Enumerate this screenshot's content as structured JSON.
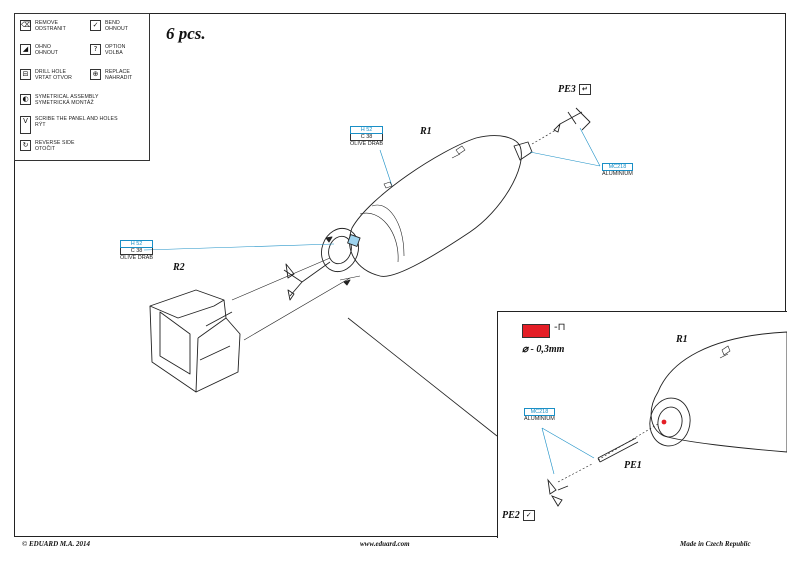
{
  "legend": {
    "items": [
      {
        "icon": "remove-icon",
        "glyph": "⌫",
        "text": "REMOVE\nODSTRANIT"
      },
      {
        "icon": "bend-icon",
        "glyph": "✓",
        "text": "BEND\nOHNOUT"
      },
      {
        "icon": "drill-icon",
        "glyph": "◢",
        "text": "OHNO\nOHNOUT"
      },
      {
        "icon": "option-icon",
        "glyph": "?",
        "text": "OPTION\nVOLBA"
      },
      {
        "icon": "drill-hole-icon",
        "glyph": "⊟",
        "text": "DRILL HOLE\nVRTAT OTVOR"
      },
      {
        "icon": "replace-icon",
        "glyph": "⊕",
        "text": "REPLACE\nNAHRADIT"
      },
      {
        "icon": "symmetrical-icon",
        "glyph": "◐",
        "text": "SYMETRICAL ASSEMBLY\nSYMETRICKÁ MONTÁŽ"
      },
      {
        "icon": "scribe-icon",
        "glyph": "V",
        "text": "SCRIBE THE PANEL AND HOLES\nRÝT"
      },
      {
        "icon": "reverse-icon",
        "glyph": "↻",
        "text": "REVERSE SIDE\nOTOČIT"
      }
    ]
  },
  "title": "6 pcs.",
  "labels": {
    "r1": "R1",
    "r2": "R2",
    "pe3": "PE3",
    "r1_inset": "R1",
    "pe1": "PE1",
    "pe2": "PE2"
  },
  "callouts": {
    "c1": {
      "code": "H 52",
      "code2": "C 38",
      "name": "OLIVE DRAB"
    },
    "c2": {
      "code": "H 52",
      "code2": "C 38",
      "name": "OLIVE DRAB"
    },
    "c3": {
      "code": "MC218",
      "name": "ALUMINIUM"
    },
    "c4": {
      "code": "MC218",
      "name": "ALUMINIUM"
    }
  },
  "inset": {
    "diameter": "⌀ - 0,3mm",
    "swatch_color": "#e41e26"
  },
  "footer": {
    "copyright": "© EDUARD  M.A. 2014",
    "website": "www.eduard.com",
    "made_in": "Made in Czech Republic"
  }
}
